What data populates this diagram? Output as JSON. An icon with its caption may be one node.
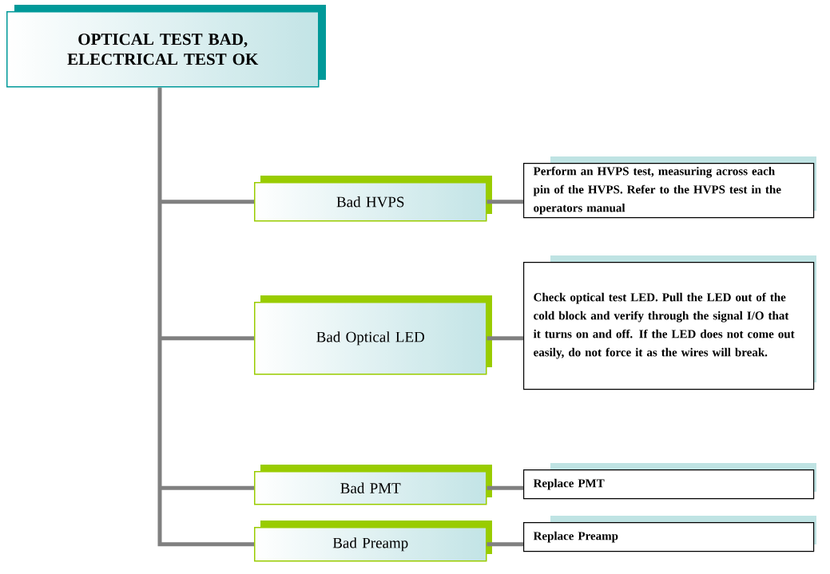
{
  "diagram": {
    "nodes": [
      {
        "text": [
          "OPTICAL TEST BAD, ELECTRICAL TEST OK"
        ]
      },
      {
        "text": [
          "Bad HVPS"
        ]
      },
      {
        "text": [
          "Perform an HVPS test, measuring across each pin of the HVPS. Refer to the HVPS test in the operators manual"
        ]
      },
      {
        "text": [
          "Bad Optical LED"
        ]
      },
      {
        "text": [
          "Check optical test LED. Pull the LED out of the cold block and verify through the signal I/O that it turns on and off. If the LED does not come out easily, do not force it as the wires will break."
        ]
      },
      {
        "text": [
          "Bad PMT"
        ]
      },
      {
        "text": [
          "Replace PMT"
        ]
      },
      {
        "text": [
          "Bad Preamp"
        ]
      },
      {
        "text": [
          "Replace Preamp"
        ]
      }
    ],
    "edges": [
      {
        "from": 0,
        "to": 1,
        "arrow": "none"
      },
      {
        "from": 0,
        "to": 3,
        "arrow": "none"
      },
      {
        "from": 0,
        "to": 5,
        "arrow": "none"
      },
      {
        "from": 0,
        "to": 7,
        "arrow": "none"
      },
      {
        "from": 1,
        "to": 2,
        "arrow": "none"
      },
      {
        "from": 3,
        "to": 4,
        "arrow": "none"
      },
      {
        "from": 5,
        "to": 6,
        "arrow": "none"
      },
      {
        "from": 7,
        "to": 8,
        "arrow": "none"
      }
    ]
  }
}
